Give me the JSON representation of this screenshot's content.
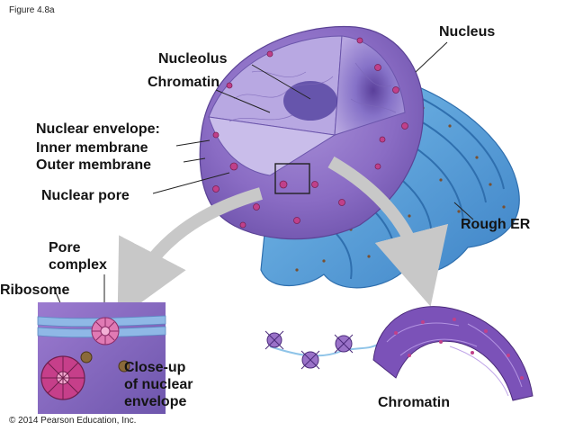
{
  "figure": {
    "caption": "Figure 4.8a",
    "copyright": "© 2014 Pearson Education, Inc."
  },
  "labels": {
    "nucleus": "Nucleus",
    "nucleolus": "Nucleolus",
    "chromatin_top": "Chromatin",
    "nuclear_envelope": "Nuclear envelope:",
    "inner_membrane": "Inner membrane",
    "outer_membrane": "Outer membrane",
    "nuclear_pore": "Nuclear pore",
    "rough_er": "Rough ER",
    "pore_complex_line1": "Pore",
    "pore_complex_line2": "complex",
    "ribosome": "Ribosome",
    "closeup_line1": "Close-up",
    "closeup_line2": "of nuclear",
    "closeup_line3": "envelope",
    "chromatin_bottom": "Chromatin"
  },
  "colors": {
    "nucleus_purple": "#8a6cc4",
    "rough_er_blue": "#5a9fd8",
    "pore_pink": "#c0408a",
    "arrow_gray": "#c8c8c8",
    "label_text": "#141414"
  }
}
